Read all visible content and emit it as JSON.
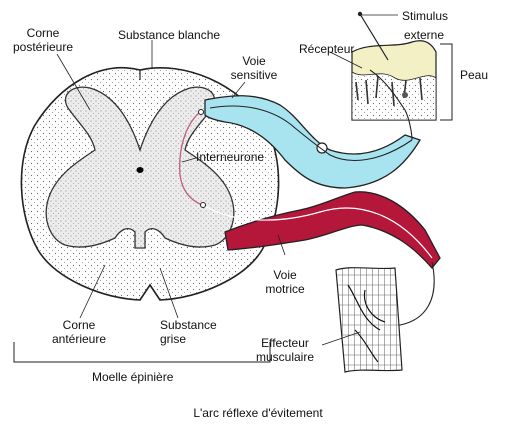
{
  "labels": {
    "corne_posterieure_1": "Corne",
    "corne_posterieure_2": "postérieure",
    "substance_blanche": "Substance blanche",
    "voie_sensitive_1": "Voie",
    "voie_sensitive_2": "sensitive",
    "recepteur": "Récepteur",
    "stimulus_1": "Stimulus",
    "stimulus_2": "externe",
    "peau": "Peau",
    "interneurone": "Interneurone",
    "voie_motrice_1": "Voie",
    "voie_motrice_2": "motrice",
    "corne_anterieure_1": "Corne",
    "corne_anterieure_2": "antérieure",
    "substance_grise_1": "Substance",
    "substance_grise_2": "grise",
    "effecteur_1": "Effecteur",
    "effecteur_2": "musculaire",
    "moelle": "Moelle épinière"
  },
  "caption": "L'arc réflexe d'évitement",
  "colors": {
    "sensory_path": "#a8e4ef",
    "motor_path": "#b5173a",
    "skin": "#f2f0c4",
    "outline": "#222222",
    "grey_matter": "#eeeeee"
  }
}
